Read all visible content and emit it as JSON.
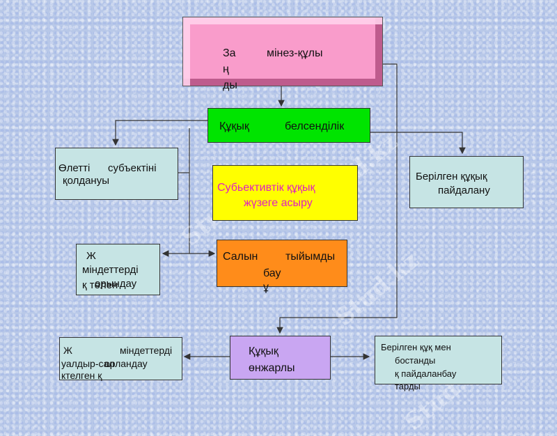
{
  "watermark": "Stud.kz",
  "nodes": {
    "top": {
      "l1a": "За",
      "l1b": "мінез-құлы",
      "l2": "ң",
      "l3": "ды"
    },
    "activity": {
      "a": "Құқық",
      "b": "белсенділік"
    },
    "optional": {
      "l1a": "Өлетті",
      "l1b": "субъектіні",
      "l2": "қолдануы"
    },
    "subjective": {
      "l1": "Субьективтік құқық",
      "l2": "жүзеге асыру"
    },
    "used": {
      "l1": "Берілген құқық",
      "l2": "пайдалану"
    },
    "duties": {
      "l1": "Ж",
      "l2": "міндеттерді",
      "l3": "орындау",
      "l4": "қ төлен"
    },
    "prohib": {
      "l1a": "Салын",
      "l1b": "тыйымды",
      "l2": "бау",
      "l3": "ұ"
    },
    "lawful": {
      "l1": "Құқық",
      "l2": "өнжарлы"
    },
    "left_bottom": {
      "l1a": "Ж",
      "l1b": "міндеттерді",
      "l2": "уалдыр-сал",
      "l2b": "орландау",
      "l3": "ктелген қ"
    },
    "right_bottom": {
      "l1": "Берілген құқ мен",
      "l2": "бостанды",
      "l3": "қ пайдаланбау",
      "l4": "тарды"
    }
  }
}
